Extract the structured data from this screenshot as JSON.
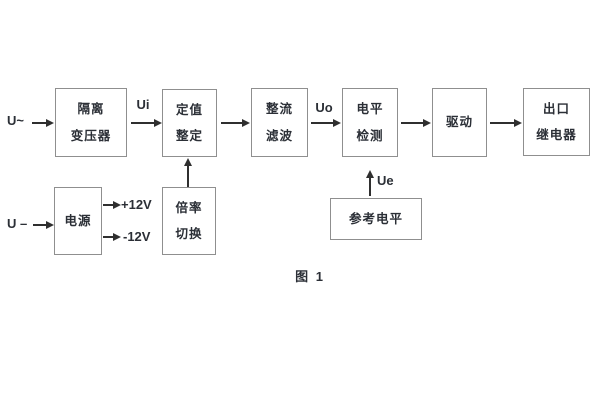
{
  "figure": {
    "caption": "图 1"
  },
  "labels": {
    "input_ac": "U~",
    "input_dc": "U –",
    "ui": "Ui",
    "uo": "Uo",
    "ue": "Ue",
    "rail_pos": "+12V",
    "rail_neg": "-12V"
  },
  "blocks": {
    "isolation_transformer": {
      "line1": "隔离",
      "line2": "变压器"
    },
    "setpoint_adjust": {
      "line1": "定值",
      "line2": "整定"
    },
    "rectifier_filter": {
      "line1": "整流",
      "line2": "滤波"
    },
    "level_detect": {
      "line1": "电平",
      "line2": "检测"
    },
    "driver": {
      "label": "驱动"
    },
    "output_relay": {
      "line1": "出口",
      "line2": "继电器"
    },
    "power_supply": {
      "label": "电源"
    },
    "ratio_switch": {
      "line1": "倍率",
      "line2": "切换"
    },
    "reference_level": {
      "label": "参考电平"
    }
  },
  "colors": {
    "box_border": "#8f8f8f",
    "line": "#2f2f2f",
    "text": "#2b2f36",
    "background": "#ffffff"
  }
}
